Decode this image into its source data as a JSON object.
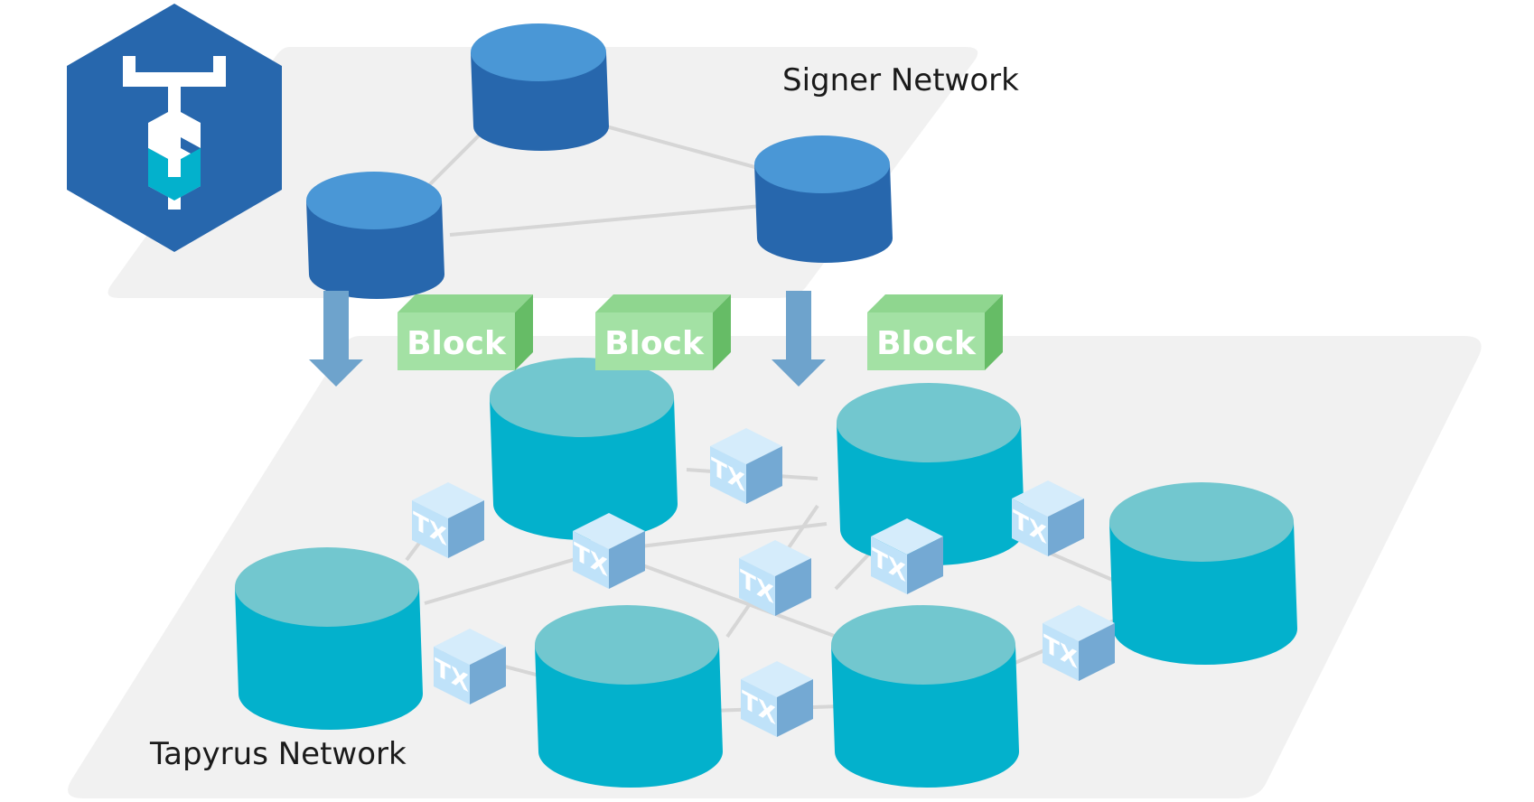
{
  "signer_network": {
    "label": "Signer Network"
  },
  "tapyrus_network": {
    "label": "Tapyrus Network"
  },
  "blocks": [
    {
      "label": "Block"
    },
    {
      "label": "Block"
    },
    {
      "label": "Block"
    }
  ],
  "transactions": [
    {
      "label": "TX"
    },
    {
      "label": "TX"
    },
    {
      "label": "TX"
    },
    {
      "label": "TX"
    },
    {
      "label": "TX"
    },
    {
      "label": "TX"
    },
    {
      "label": "TX"
    },
    {
      "label": "TX"
    },
    {
      "label": "TX"
    }
  ],
  "colors": {
    "plane": "#f1f1f1",
    "signer_node_top": "#4a97d6",
    "signer_node_side": "#2767ad",
    "tapyrus_node_top": "#72c7cf",
    "tapyrus_node_side": "#03b1cc",
    "block_front": "#a3e1a4",
    "block_side": "#66bc66",
    "tx_front": "#bfe2f9",
    "tx_side": "#74a9d3",
    "arrow": "#6ea3cc",
    "logo_bg": "#2767ad",
    "logo_accent": "#03b1cc",
    "edge": "#d6d6d6"
  },
  "icons": {
    "logo": "tapyrus-logo-icon",
    "arrow": "down-arrow-icon"
  }
}
